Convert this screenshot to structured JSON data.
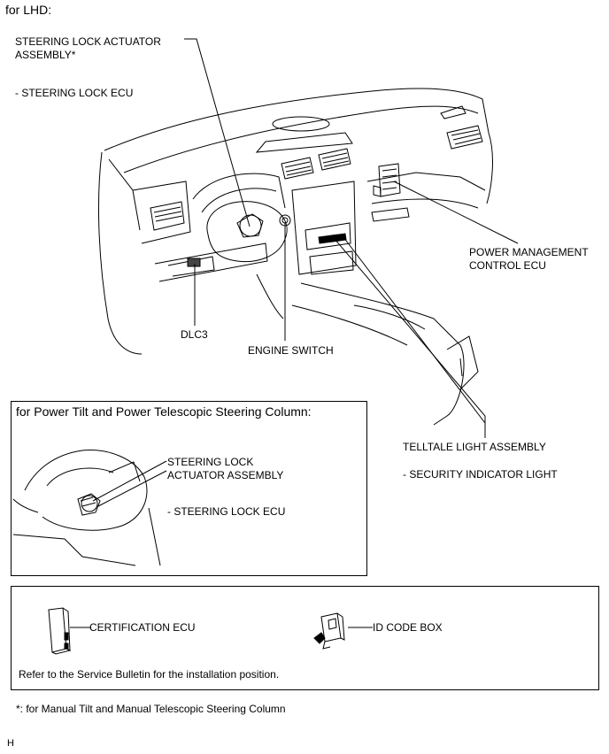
{
  "header": {
    "title": "for LHD:"
  },
  "main_diagram": {
    "labels": {
      "steering_lock_actuator": "STEERING LOCK ACTUATOR\nASSEMBLY*",
      "steering_lock_ecu": "- STEERING LOCK ECU",
      "power_management": "POWER MANAGEMENT\nCONTROL ECU",
      "dlc3": "DLC3",
      "engine_switch": "ENGINE SWITCH",
      "telltale": "TELLTALE LIGHT ASSEMBLY",
      "security_indicator": "- SECURITY INDICATOR LIGHT"
    }
  },
  "inset": {
    "title": "for Power Tilt and Power Telescopic Steering Column:",
    "actuator_label": "STEERING LOCK\nACTUATOR ASSEMBLY",
    "ecu_label": "- STEERING LOCK ECU"
  },
  "components_box": {
    "certification_ecu": "CERTIFICATION ECU",
    "id_code_box": "ID CODE BOX",
    "note": "Refer to the Service Bulletin for the installation position."
  },
  "footnote": "*: for Manual Tilt and Manual Telescopic Steering Column",
  "corner_mark": "H"
}
